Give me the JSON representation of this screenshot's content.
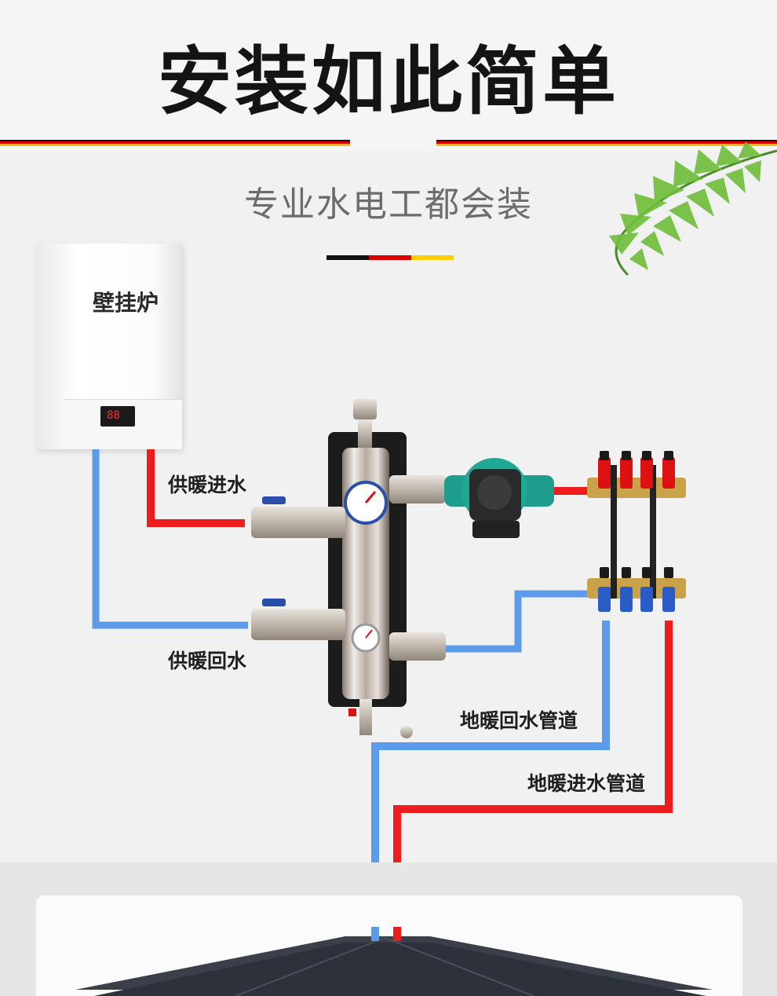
{
  "title": "安装如此简单",
  "subtitle": "专业水电工都会装",
  "boiler": {
    "name": "壁挂炉"
  },
  "labels": {
    "supply_in": "供暖进水",
    "supply_return": "供暖回水",
    "floor_return": "地暖回水管道",
    "floor_in": "地暖进水管道"
  },
  "colors": {
    "hot_pipe": "#ee1c1c",
    "cold_pipe": "#5b9bea",
    "flag_black": "#111111",
    "flag_red": "#dd0000",
    "flag_gold": "#ffce00"
  }
}
